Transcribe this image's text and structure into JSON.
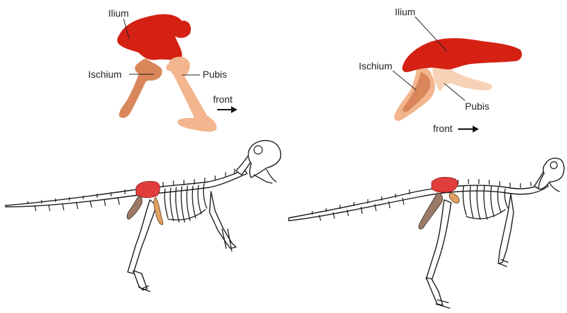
{
  "labels": {
    "left_ilium": "Ilium",
    "left_ischium": "Ischium",
    "left_pubis": "Pubis",
    "left_front": "front",
    "right_ilium": "Ilium",
    "right_ischium": "Ischium",
    "right_pubis": "Pubis",
    "right_front": "front"
  },
  "colors": {
    "ilium": "#d42114",
    "ischium": "#d9875a",
    "pubis": "#f2b58e",
    "pelvis_highlight": "#e23d3d",
    "ornithischian_ischium": "#9c7a68"
  }
}
